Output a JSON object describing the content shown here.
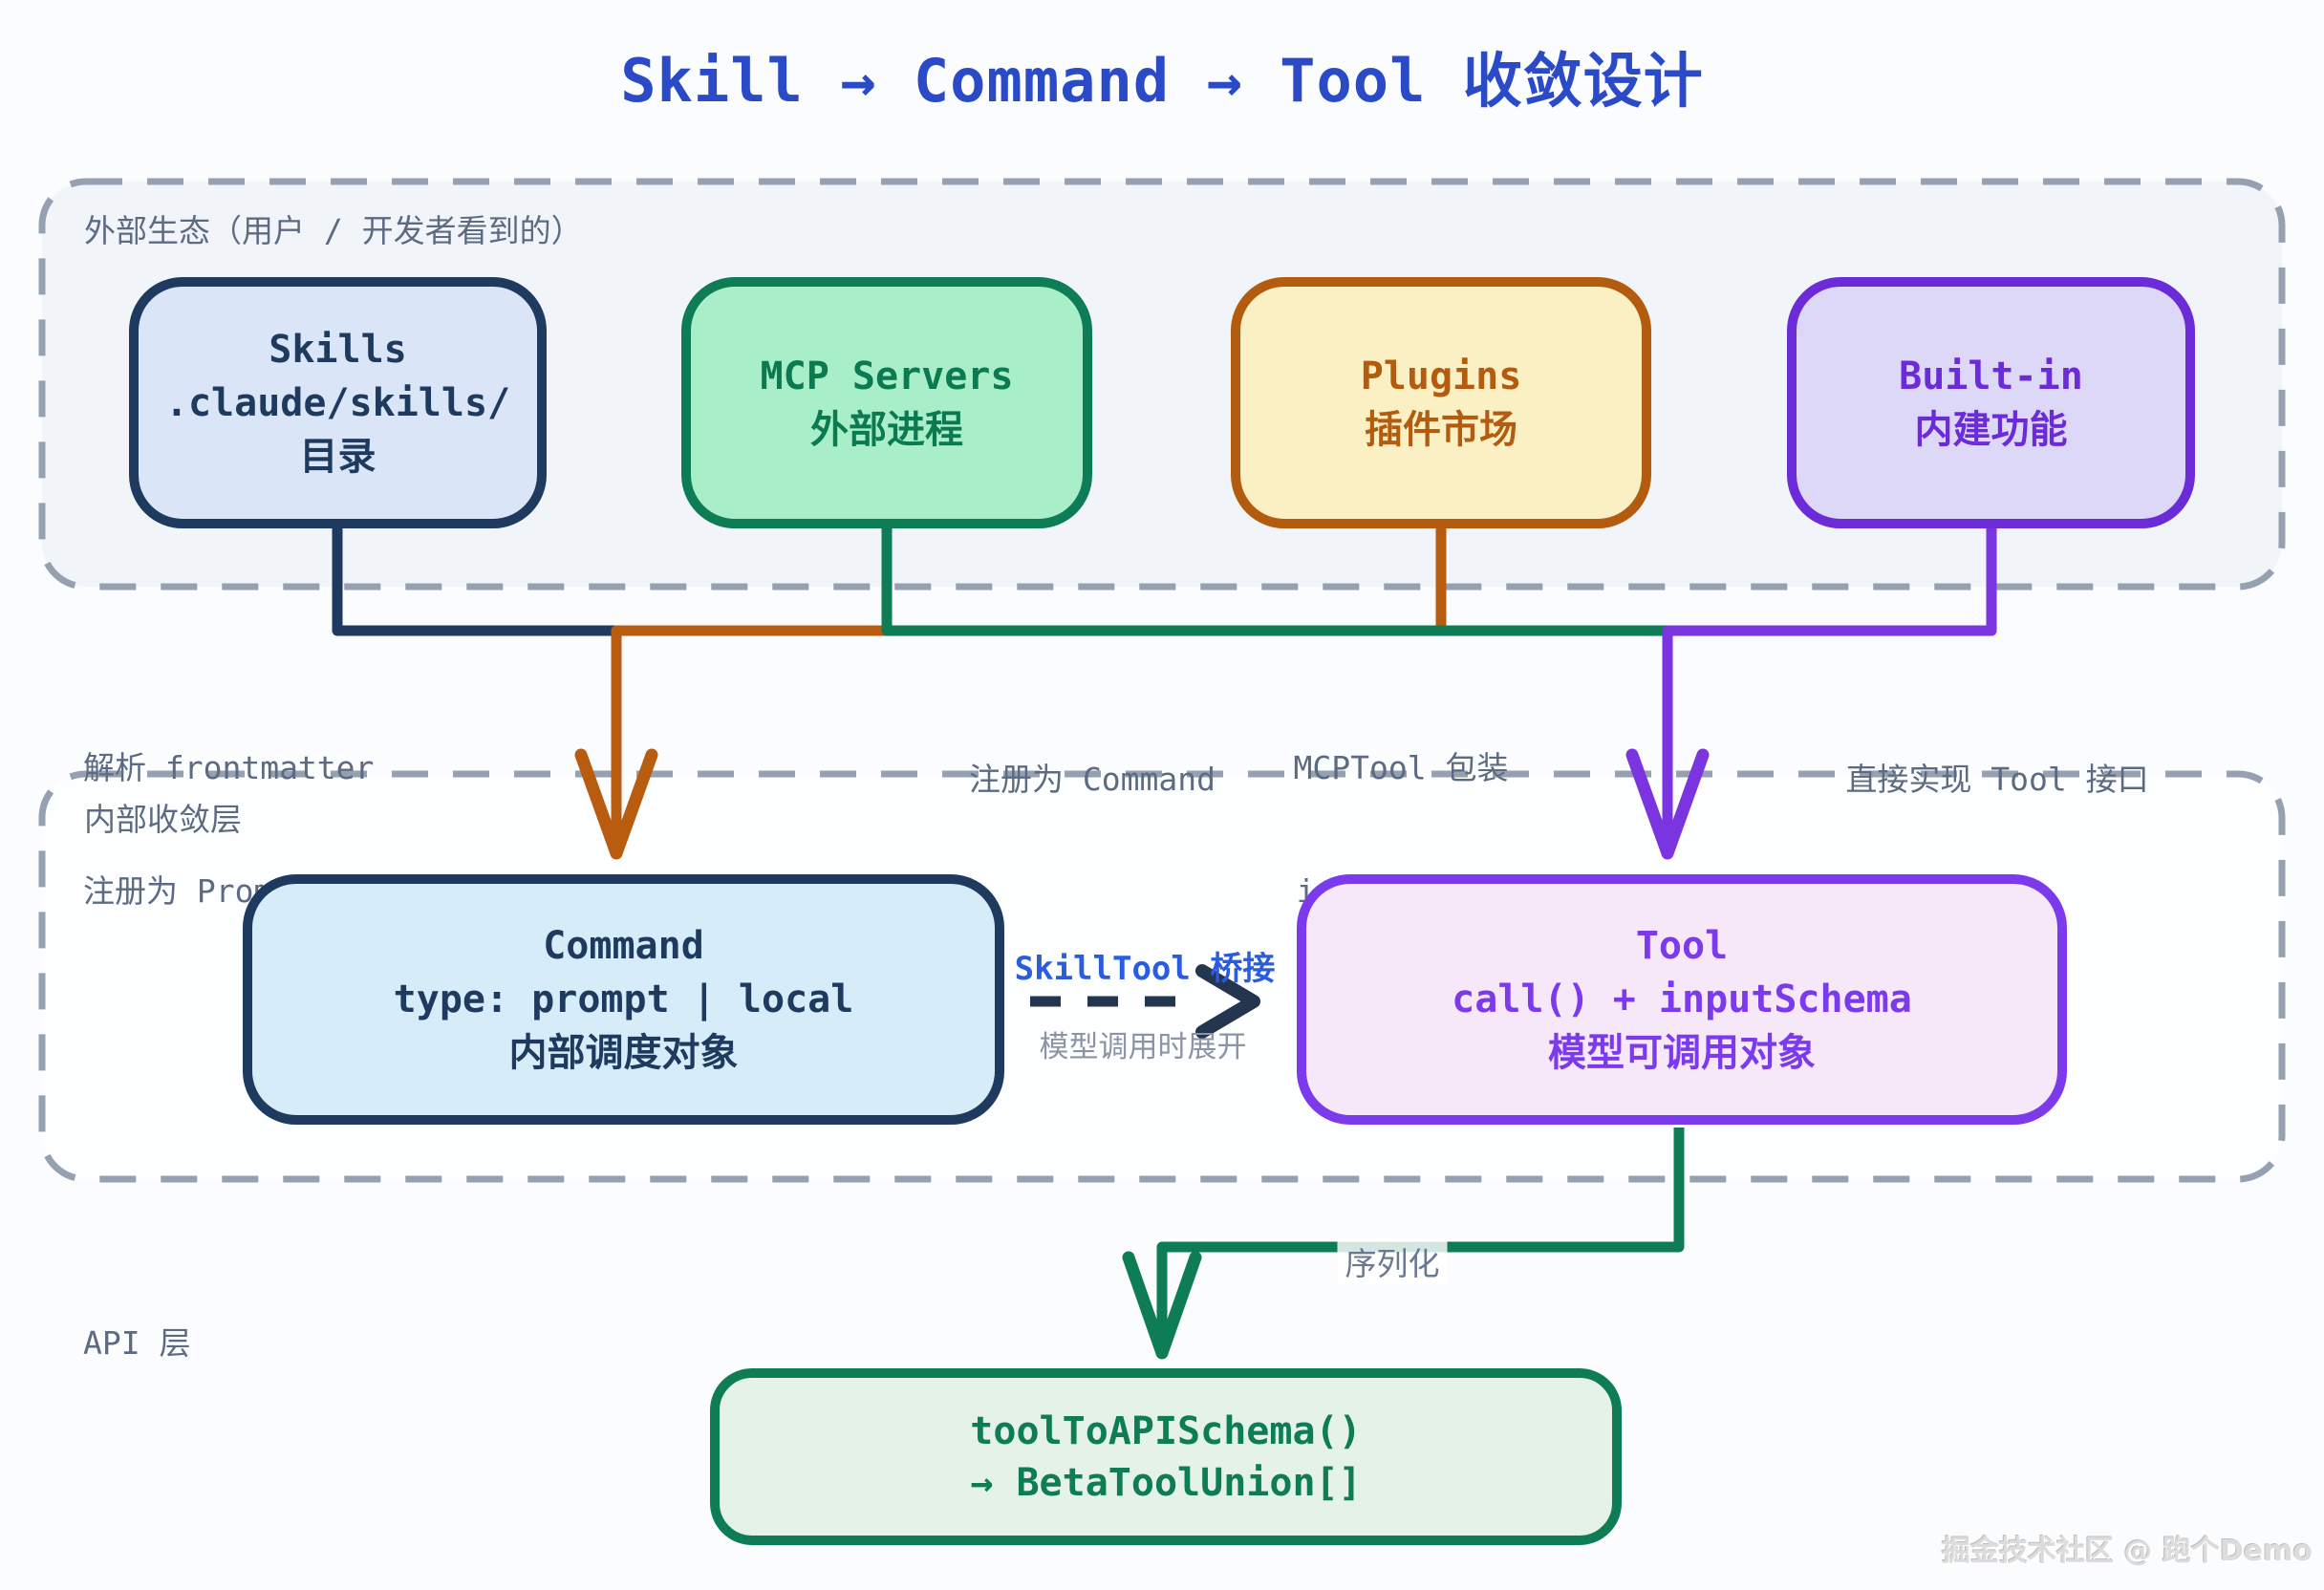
{
  "title": "Skill → Command → Tool 收敛设计",
  "watermark": "掘金技术社区 @ 跑个Demo",
  "colors": {
    "title_blue": "#2b4ac7",
    "navy": "#1e3a5f",
    "orange": "#b35c0f",
    "green": "#0e7d55",
    "purple": "#7c3aed",
    "violet": "#6c2bd9",
    "bridge_blue": "#2a5ce0",
    "label_gray": "#5d6b82",
    "dash_gray": "#95a0b0"
  },
  "external_layer": {
    "label": "外部生态（用户 / 开发者看到的）",
    "nodes": [
      {
        "name": "skills",
        "lines": [
          "Skills",
          ".claude/skills/",
          "目录"
        ]
      },
      {
        "name": "mcp-servers",
        "lines": [
          "MCP Servers",
          "外部进程"
        ]
      },
      {
        "name": "plugins",
        "lines": [
          "Plugins",
          "插件市场"
        ]
      },
      {
        "name": "built-in",
        "lines": [
          "Built-in",
          "内建功能"
        ]
      }
    ]
  },
  "edge_labels": {
    "skills_path": {
      "line1": "解析 frontmatter",
      "line2": "注册为 PromptCommand"
    },
    "command_path": {
      "line1": "注册为 Command"
    },
    "mcp_path": {
      "line1": "MCPTool 包装",
      "line2": "isMcp: true"
    },
    "tool_path": {
      "line1": "直接实现 Tool 接口"
    }
  },
  "internal_layer": {
    "label": "内部收敛层",
    "command_node": {
      "lines": [
        "Command",
        "type: prompt | local",
        "内部调度对象"
      ]
    },
    "tool_node": {
      "lines": [
        "Tool",
        "call() + inputSchema",
        "模型可调用对象"
      ]
    },
    "bridge": {
      "title": "SkillTool 桥接",
      "subtitle": "模型调用时展开"
    }
  },
  "api_layer": {
    "label": "API 层",
    "serialize_label": "序列化",
    "node": {
      "lines": [
        "toolToAPISchema()",
        "→ BetaToolUnion[]"
      ]
    }
  }
}
